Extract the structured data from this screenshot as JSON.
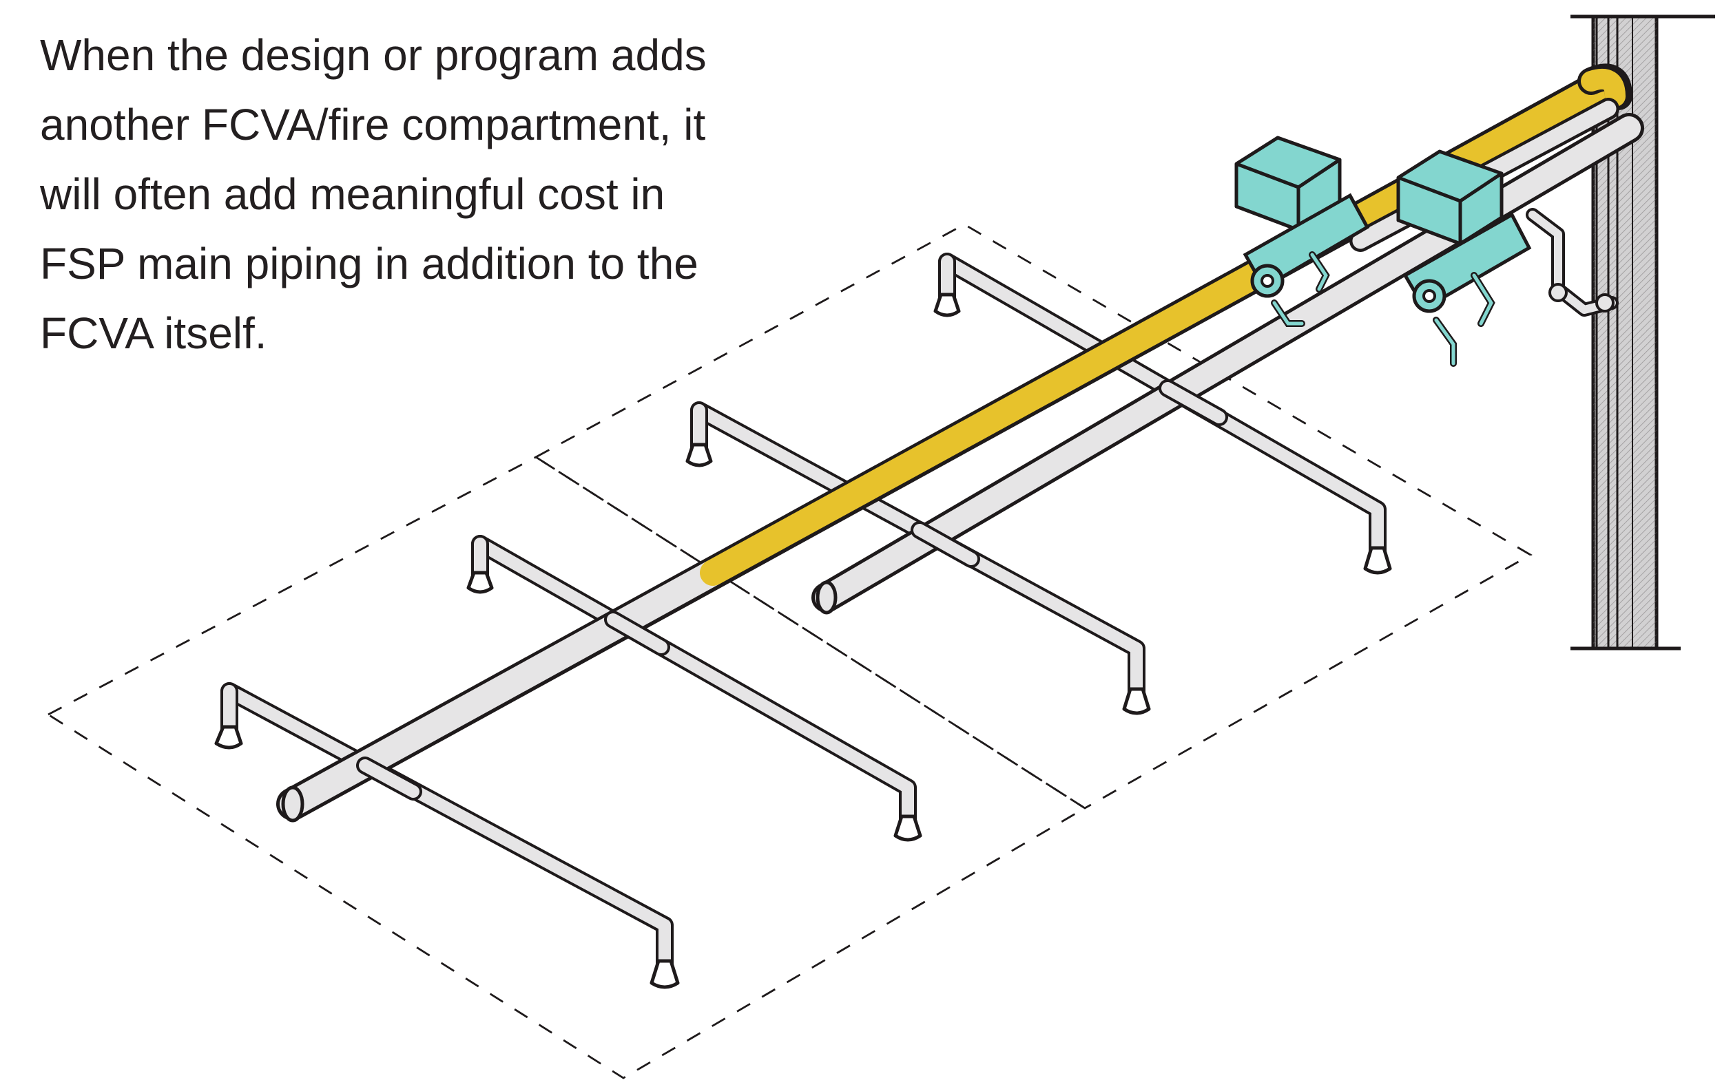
{
  "caption": {
    "lines": [
      "When the design or program adds",
      "another FCVA/fire compartment, it",
      "will often add meaningful cost in",
      "FSP main piping in addition to the",
      "FCVA itself."
    ]
  },
  "colors": {
    "ink": "#1e1a1b",
    "pipe_fill": "#e6e5e6",
    "column_fill": "#d2d1d2",
    "main_pipe_highlight": "#e7c22c",
    "valve_fill": "#83d6cf",
    "background": "#ffffff"
  },
  "diagram": {
    "fire_compartments": 2,
    "fcva_valves": 2,
    "branch_lines": 4,
    "sprinkler_heads": 8,
    "highlighted_element": "added main pipe run (yellow)",
    "icons": [
      "sprinkler-head-icon",
      "valve-actuator-icon",
      "riser-column-icon"
    ]
  }
}
